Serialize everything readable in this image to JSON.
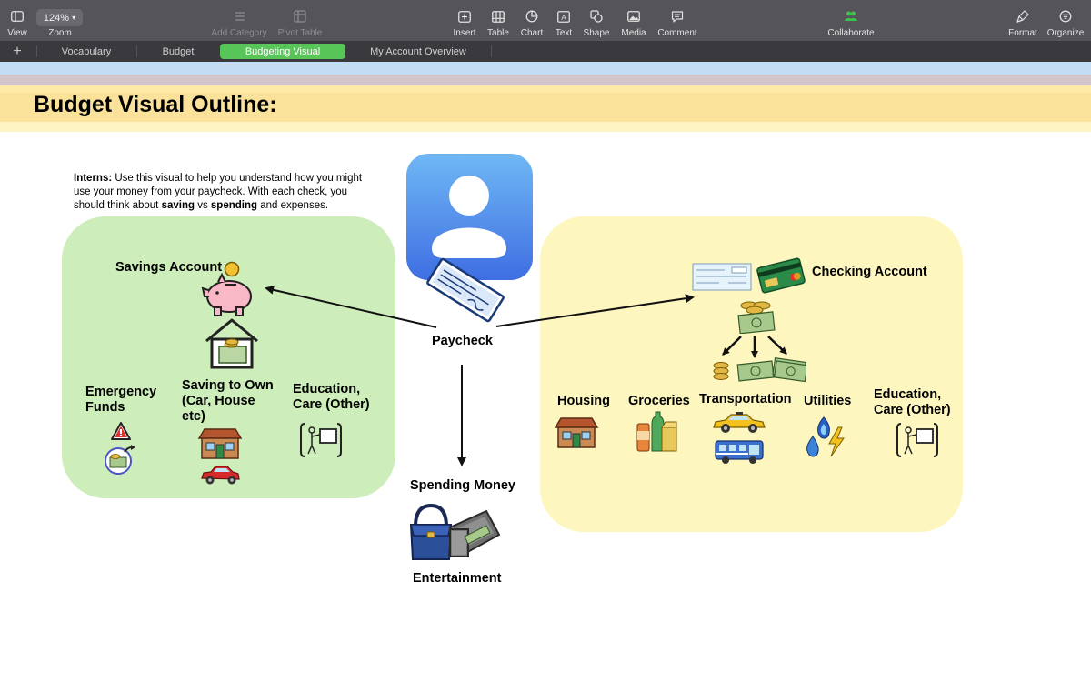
{
  "toolbar": {
    "view_label": "View",
    "zoom_value": "124%",
    "zoom_label": "Zoom",
    "add_category_label": "Add Category",
    "pivot_table_label": "Pivot Table",
    "insert_label": "Insert",
    "table_label": "Table",
    "chart_label": "Chart",
    "text_label": "Text",
    "shape_label": "Shape",
    "media_label": "Media",
    "comment_label": "Comment",
    "collaborate_label": "Collaborate",
    "format_label": "Format",
    "organize_label": "Organize"
  },
  "tabs": [
    {
      "label": "Vocabulary"
    },
    {
      "label": "Budget"
    },
    {
      "label": "Budgeting Visual"
    },
    {
      "label": "My Account Overview"
    }
  ],
  "page": {
    "title": "Budget Visual Outline:",
    "intro_bold": "Interns:",
    "intro_text": "Use this visual to help you understand how you might use your money from your paycheck.  With each check, you should think about",
    "intro_saving": "saving",
    "intro_vs": "vs",
    "intro_spending": "spending",
    "intro_end": "and expenses."
  },
  "savings": {
    "title": "Savings Account",
    "emergency": "Emergency Funds",
    "saving_to_own": "Saving to Own (Car, House etc)",
    "education": "Education, Care (Other)"
  },
  "center": {
    "paycheck": "Paycheck",
    "spending_money": "Spending Money",
    "entertainment": "Entertainment"
  },
  "checking": {
    "title": "Checking Account",
    "housing": "Housing",
    "groceries": "Groceries",
    "transportation": "Transportation",
    "utilities": "Utilities",
    "education": "Education, Care (Other)"
  },
  "colors": {
    "savings_panel": "#cdedba",
    "checking_panel": "#fdf6bf",
    "active_tab": "#58c558",
    "band_blue": "#c5dcf5",
    "band_mauve": "#d3c5c9",
    "band_yellow": "#fde39a"
  }
}
